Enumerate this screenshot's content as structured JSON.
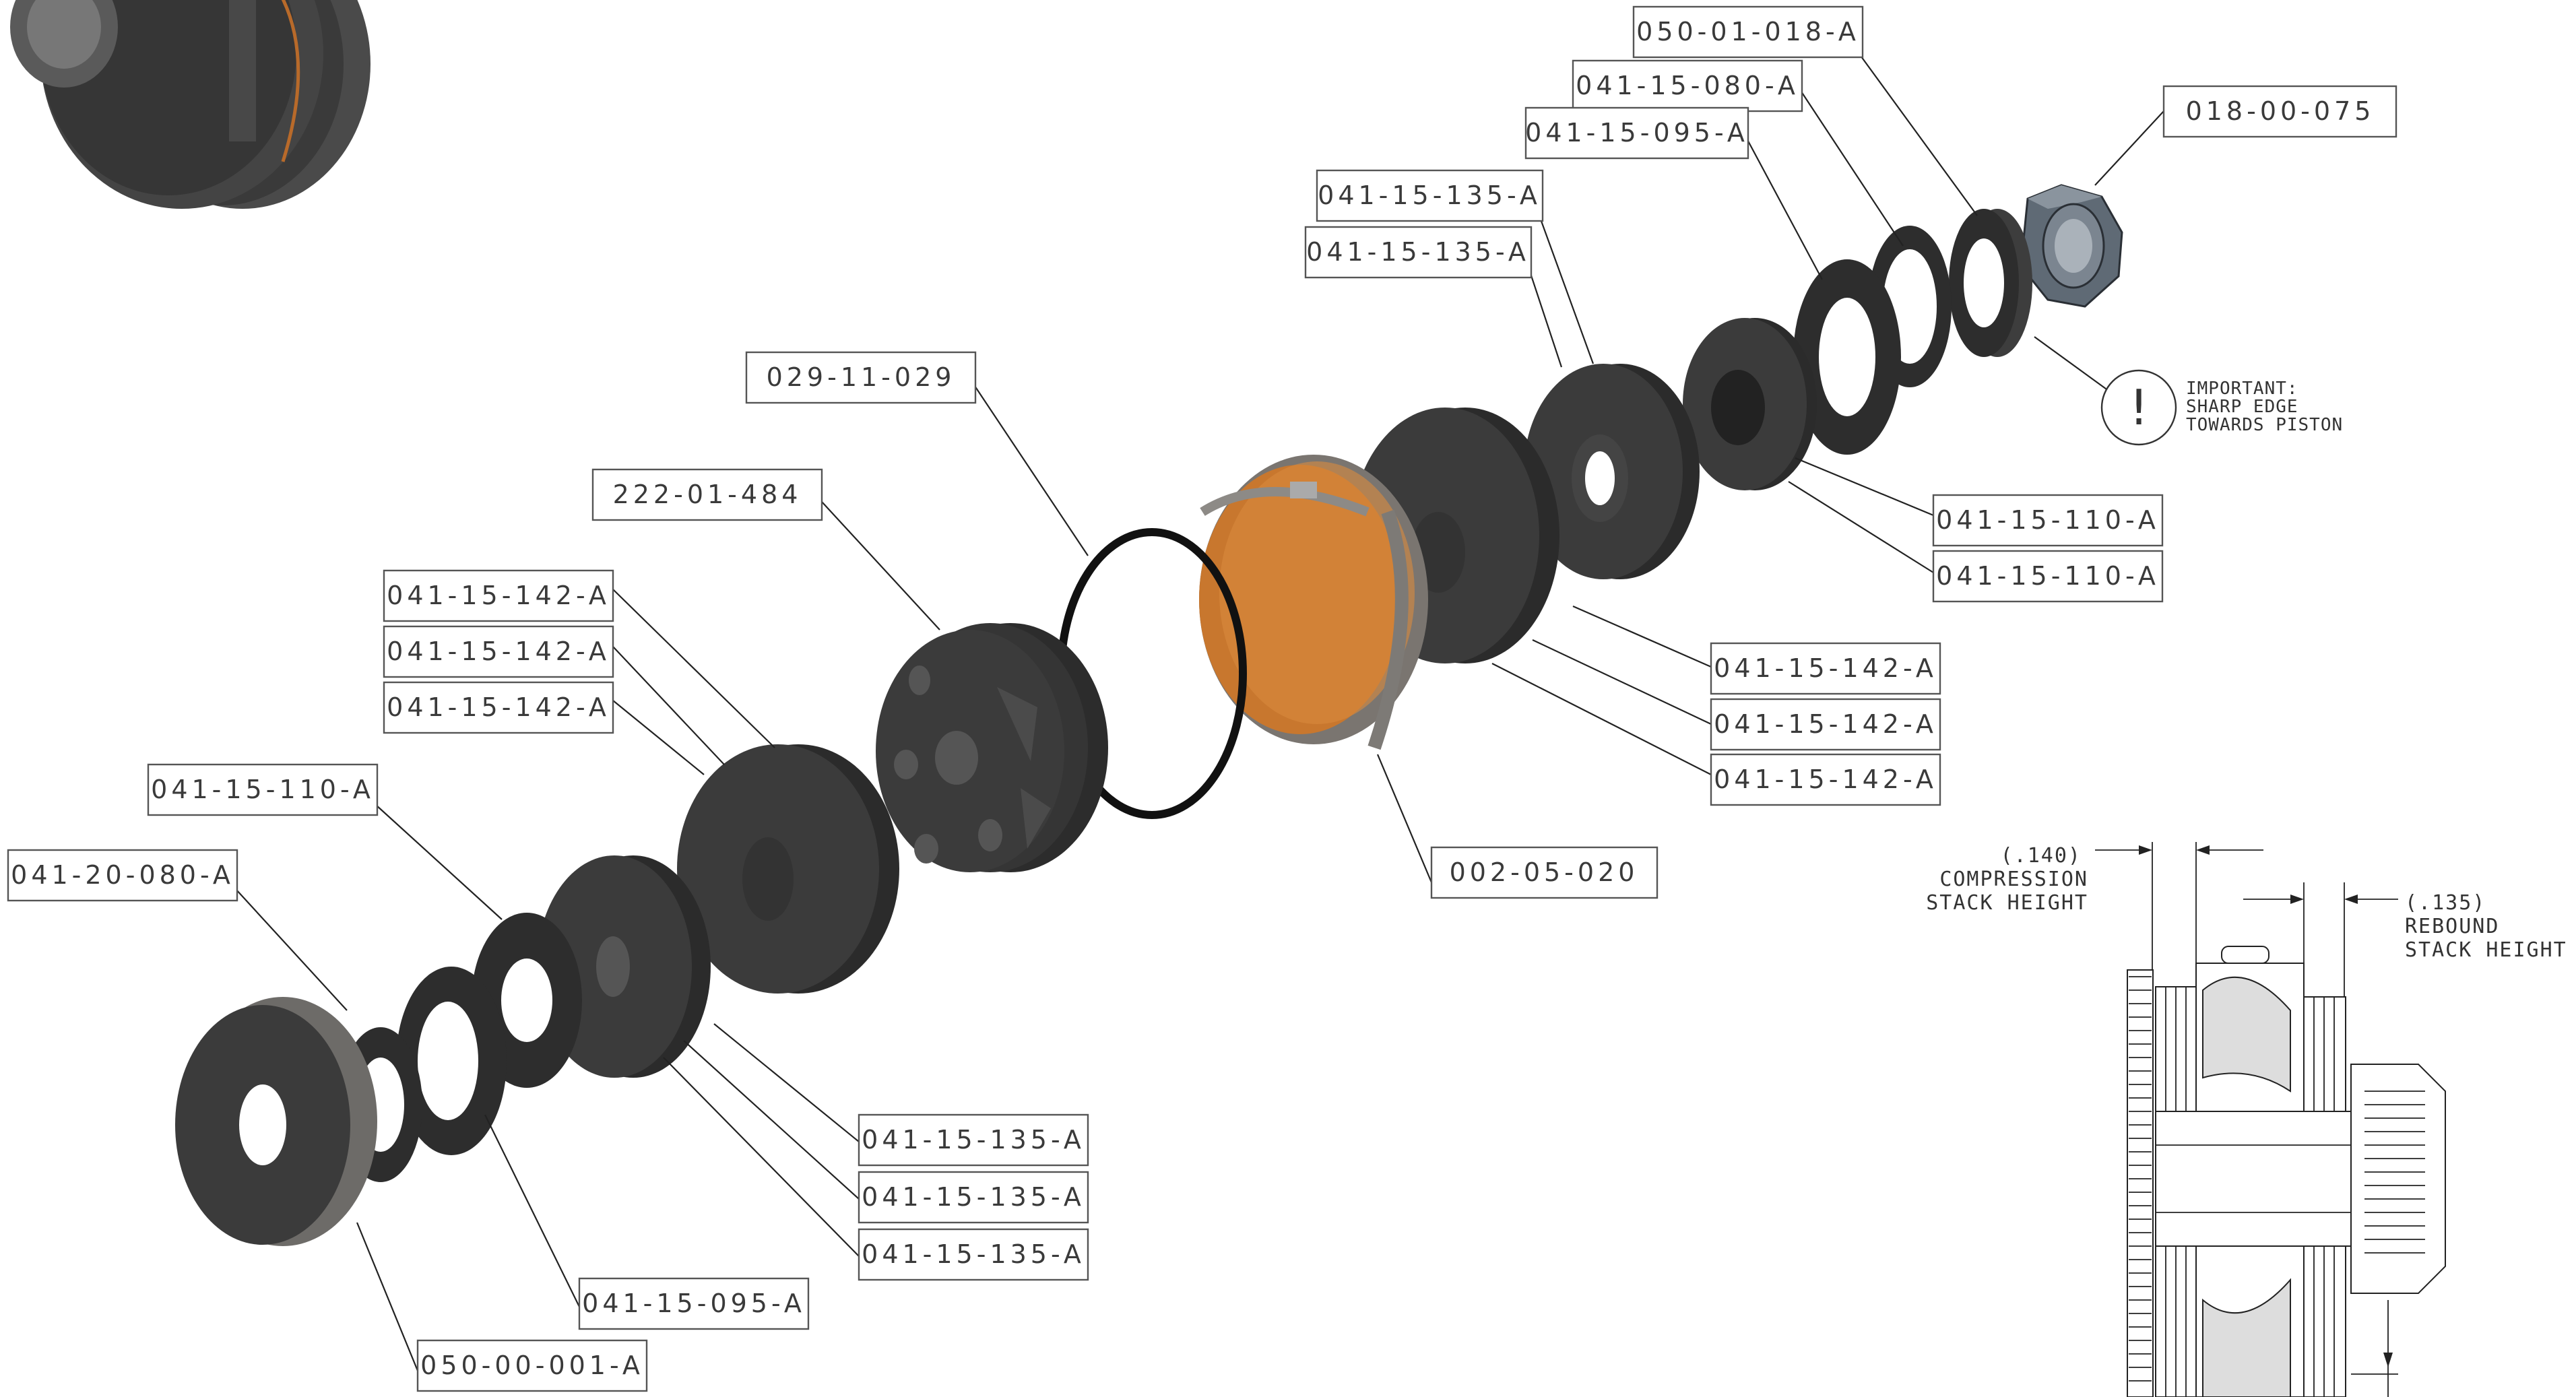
{
  "colors": {
    "part_dark": "#3b3b3b",
    "bushing_orange": "#c8772e",
    "nut_steel": "#5f6a75",
    "line": "#222222"
  },
  "labels": {
    "top_washer": "050-01-018-A",
    "top_shim_080": "041-15-080-A",
    "top_shim_095": "041-15-095-A",
    "nut": "018-00-075",
    "upper_135_1": "041-15-135-A",
    "upper_135_2": "041-15-135-A",
    "oring": "029-11-029",
    "piston": "222-01-484",
    "upper_110_1": "041-15-110-A",
    "upper_110_2": "041-15-110-A",
    "left_142_1": "041-15-142-A",
    "left_142_2": "041-15-142-A",
    "left_142_3": "041-15-142-A",
    "right_142_1": "041-15-142-A",
    "right_142_2": "041-15-142-A",
    "right_142_3": "041-15-142-A",
    "left_110": "041-15-110-A",
    "spacer": "041-20-080-A",
    "bushing": "002-05-020",
    "lower_135_1": "041-15-135-A",
    "lower_135_2": "041-15-135-A",
    "lower_135_3": "041-15-135-A",
    "lower_095": "041-15-095-A",
    "base_washer": "050-00-001-A"
  },
  "note": {
    "line1": "IMPORTANT:",
    "line2": "SHARP EDGE",
    "line3": "TOWARDS PISTON",
    "symbol": "!"
  },
  "dimensions": {
    "compression_value": "(.140)",
    "compression_line1": "COMPRESSION",
    "compression_line2": "STACK HEIGHT",
    "rebound_value": "(.135)",
    "rebound_line1": "REBOUND",
    "rebound_line2": "STACK HEIGHT"
  }
}
